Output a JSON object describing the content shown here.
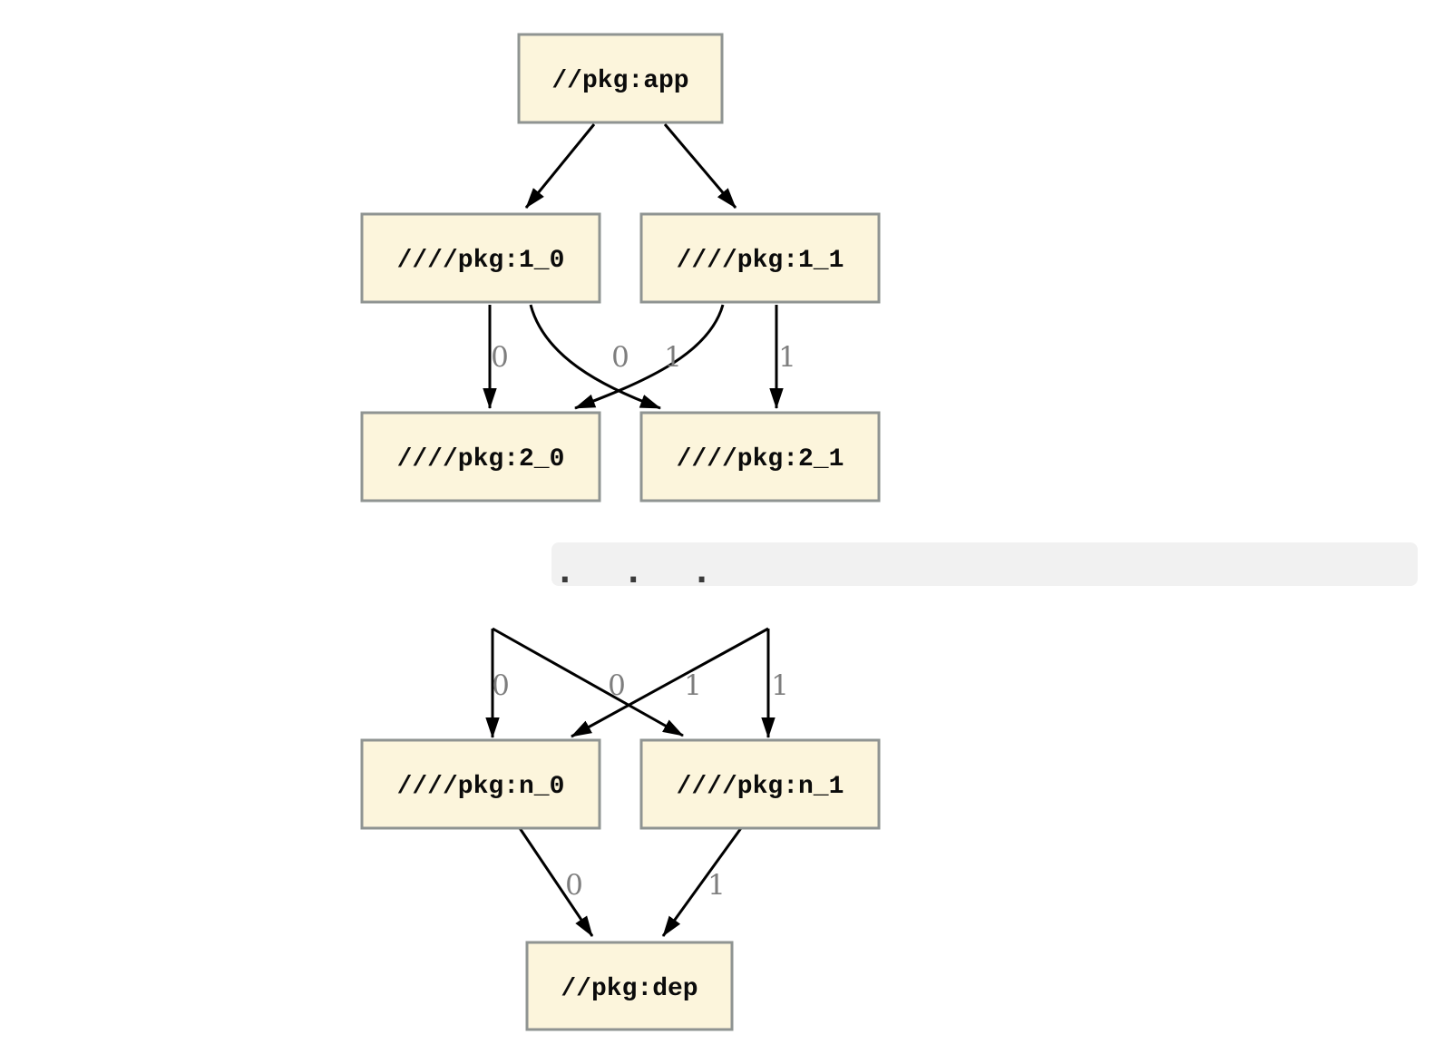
{
  "diagram": {
    "type": "dependency-graph",
    "nodes": [
      {
        "id": "app",
        "label": "//pkg:app"
      },
      {
        "id": "1_0",
        "label": "////pkg:1_0"
      },
      {
        "id": "1_1",
        "label": "////pkg:1_1"
      },
      {
        "id": "2_0",
        "label": "////pkg:2_0"
      },
      {
        "id": "2_1",
        "label": "////pkg:2_1"
      },
      {
        "id": "n_0",
        "label": "////pkg:n_0"
      },
      {
        "id": "n_1",
        "label": "////pkg:n_1"
      },
      {
        "id": "dep",
        "label": "//pkg:dep"
      }
    ],
    "edges": [
      {
        "from": "app",
        "to": "1_0",
        "label": ""
      },
      {
        "from": "app",
        "to": "1_1",
        "label": ""
      },
      {
        "from": "1_0",
        "to": "2_0",
        "label": "0"
      },
      {
        "from": "1_1",
        "to": "2_0",
        "label": "0"
      },
      {
        "from": "1_0",
        "to": "2_1",
        "label": "1"
      },
      {
        "from": "1_1",
        "to": "2_1",
        "label": "1"
      },
      {
        "from": "ellipsis",
        "to": "n_0",
        "label": "0"
      },
      {
        "from": "ellipsis",
        "to": "n_0",
        "label": "0"
      },
      {
        "from": "ellipsis",
        "to": "n_1",
        "label": "1"
      },
      {
        "from": "ellipsis",
        "to": "n_1",
        "label": "1"
      },
      {
        "from": "n_0",
        "to": "dep",
        "label": "0"
      },
      {
        "from": "n_1",
        "to": "dep",
        "label": "1"
      }
    ],
    "separator": {
      "label": ". . ."
    },
    "colors": {
      "node_fill": "#fcf5dc",
      "node_border": "#8f9492",
      "edge": "#000000",
      "edge_label": "#7e7e7e",
      "separator_bg": "#f1f1f1",
      "dots": "#3a3a3a"
    }
  }
}
